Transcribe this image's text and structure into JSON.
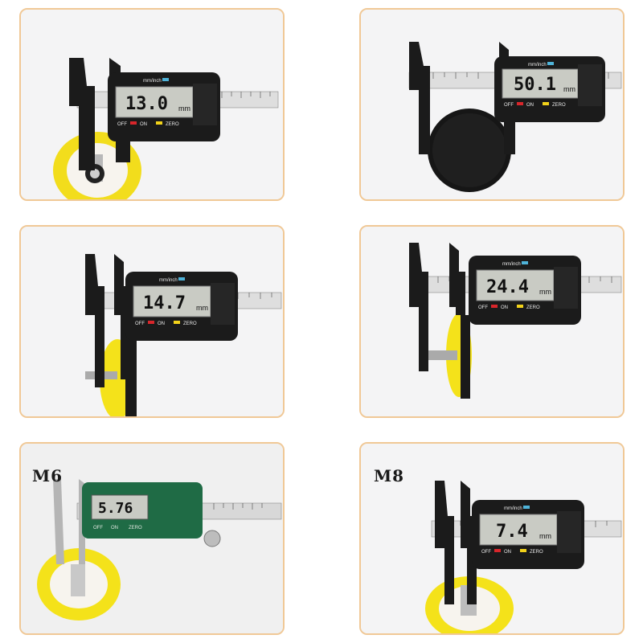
{
  "panels": [
    {
      "id": "p1",
      "reading": "13.0",
      "unit": "mm",
      "mode": "mm/inch",
      "off": "OFF",
      "on": "ON",
      "zero": "ZERO",
      "object": "yellow-pad-side"
    },
    {
      "id": "p2",
      "reading": "50.1",
      "unit": "mm",
      "mode": "mm/inch",
      "off": "OFF",
      "on": "ON",
      "zero": "ZERO",
      "object": "black-pad-face"
    },
    {
      "id": "p3",
      "reading": "14.7",
      "unit": "mm",
      "mode": "mm/inch",
      "off": "OFF",
      "on": "ON",
      "zero": "ZERO",
      "object": "yellow-pad-edge"
    },
    {
      "id": "p4",
      "reading": "24.4",
      "unit": "mm",
      "mode": "mm/inch",
      "off": "OFF",
      "on": "ON",
      "zero": "ZERO",
      "object": "yellow-pad-shaft"
    },
    {
      "id": "p5",
      "label": "M6",
      "reading": "5.76",
      "unit": "",
      "mode": "",
      "off": "OFF",
      "on": "ON",
      "zero": "ZERO",
      "object": "yellow-pad-thread"
    },
    {
      "id": "p6",
      "label": "M8",
      "reading": "7.4",
      "unit": "mm",
      "mode": "mm/inch",
      "off": "OFF",
      "on": "ON",
      "zero": "ZERO",
      "object": "yellow-pad-thread"
    }
  ],
  "colors": {
    "frame": "#f0c896",
    "caliper_black": "#1b1b1b",
    "caliper_green": "#1f6b45",
    "lcd": "#c9cbc4",
    "pad_yellow": "#f4e21a",
    "button_red": "#d8262b",
    "button_yellow": "#f2d21a"
  }
}
